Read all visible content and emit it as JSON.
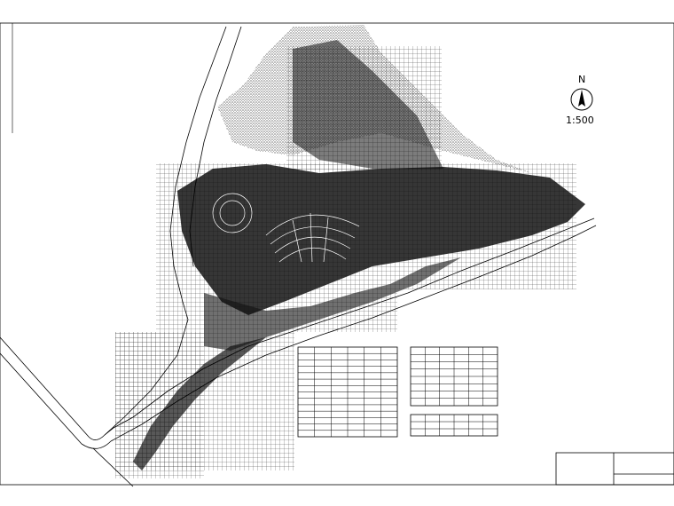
{
  "drawing": {
    "north_label": "N",
    "scale_label": "1:500"
  },
  "legend_table": {
    "rows": 14,
    "cols": 6
  },
  "schedule_table_upper": {
    "rows": 8,
    "cols": 6
  },
  "schedule_table_lower": {
    "rows": 3,
    "cols": 6
  },
  "colors": {
    "line": "#000000",
    "background": "#ffffff",
    "grid": "#333333"
  }
}
